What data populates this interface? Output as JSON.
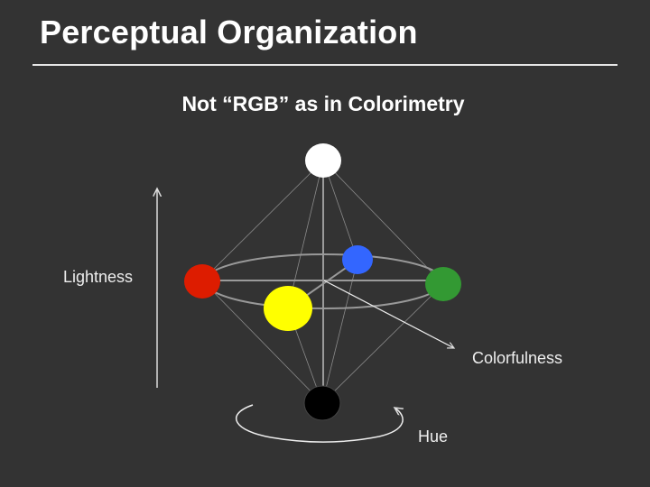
{
  "slide": {
    "title": "Perceptual Organization",
    "subtitle": "Not “RGB” as in Colorimetry"
  },
  "diagram": {
    "axis_labels": {
      "lightness": "Lightness",
      "colorfulness": "Colorfulness",
      "hue": "Hue"
    },
    "nodes": [
      {
        "name": "white",
        "color": "#ffffff"
      },
      {
        "name": "black",
        "color": "#000000"
      },
      {
        "name": "red",
        "color": "#dd1c00"
      },
      {
        "name": "green",
        "color": "#339933"
      },
      {
        "name": "blue",
        "color": "#3366ff"
      },
      {
        "name": "yellow",
        "color": "#ffff00"
      }
    ],
    "background": "#333333"
  }
}
